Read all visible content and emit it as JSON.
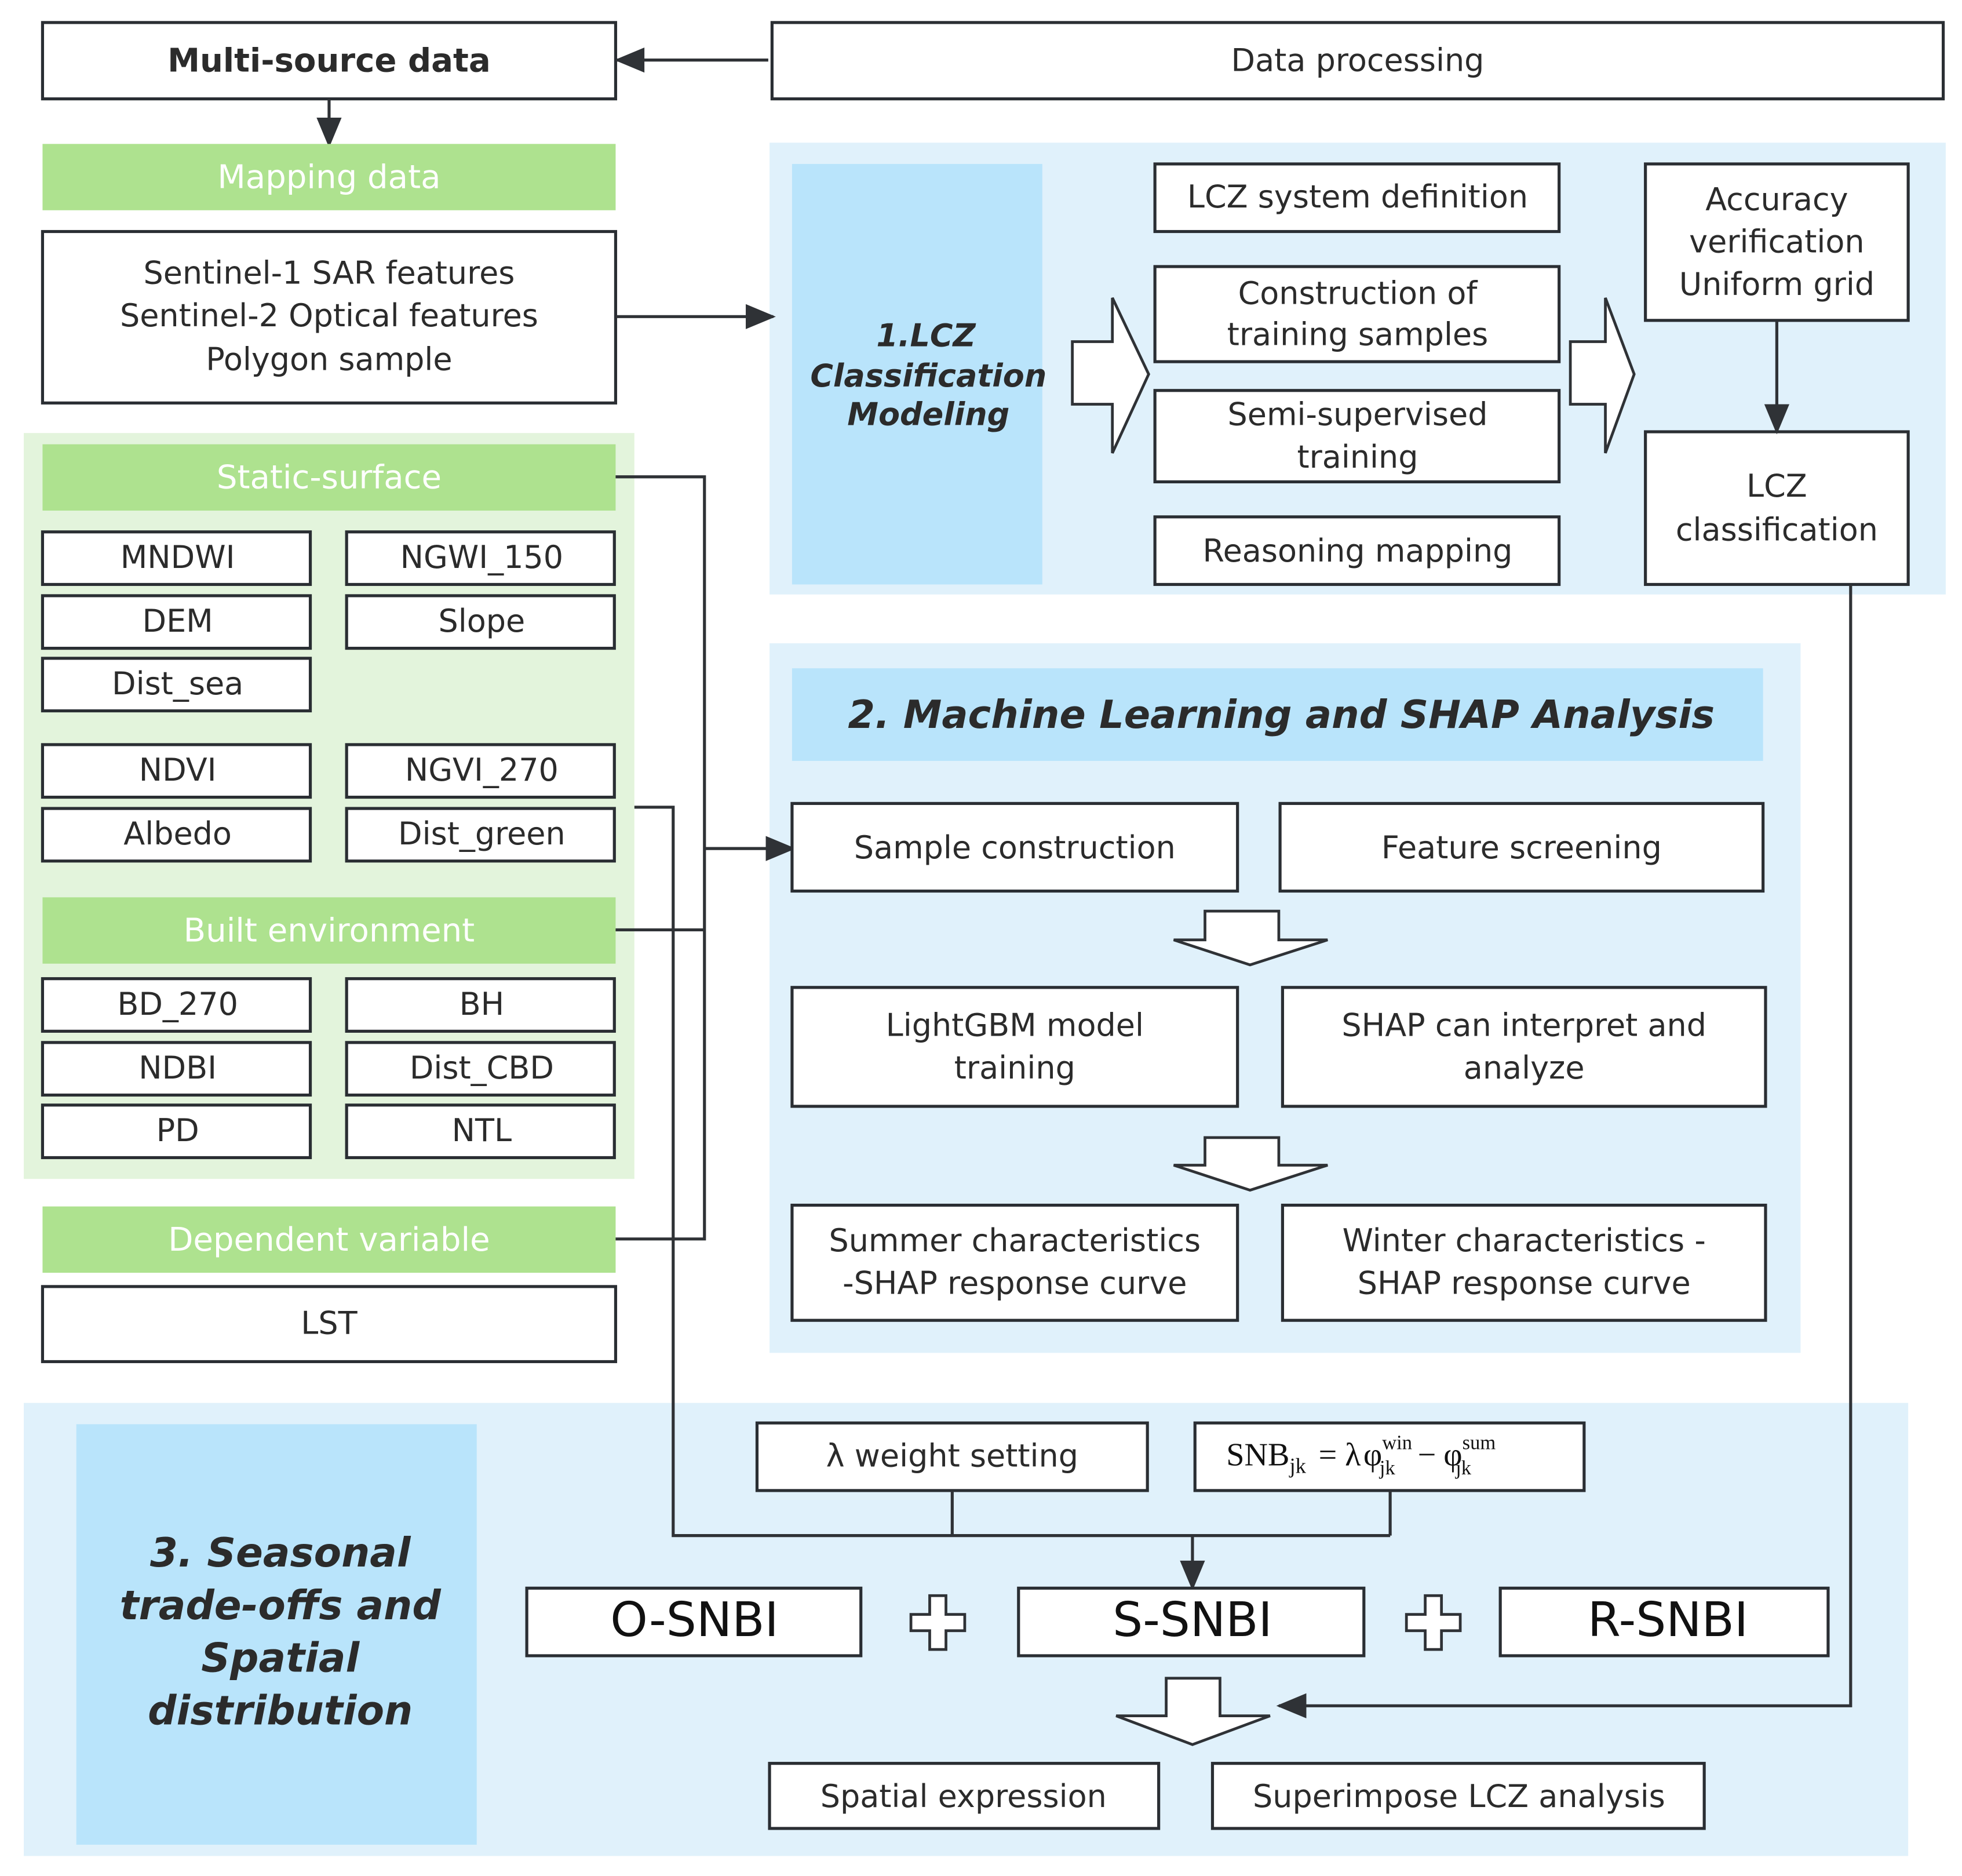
{
  "colors": {
    "green_header": "#aee28f",
    "green_panel": "#e3f4dc",
    "blue_panel": "#e0f1fb",
    "blue_title": "#b9e4fb",
    "stroke": "#2a2e33"
  },
  "top": {
    "multi_source": "Multi-source data",
    "data_processing": "Data processing"
  },
  "mapping": {
    "header": "Mapping data",
    "lines": [
      "Sentinel-1 SAR features",
      "Sentinel-2 Optical features",
      "Polygon sample"
    ]
  },
  "static_surface": {
    "header": "Static-surface",
    "items": [
      "MNDWI",
      "NGWI_150",
      "DEM",
      "Slope",
      "Dist_sea",
      "NDVI",
      "NGVI_270",
      "Albedo",
      "Dist_green"
    ]
  },
  "built_environment": {
    "header": "Built environment",
    "items": [
      "BD_270",
      "BH",
      "NDBI",
      "Dist_CBD",
      "PD",
      "NTL"
    ]
  },
  "dependent": {
    "header": "Dependent variable",
    "items": [
      "LST"
    ]
  },
  "section1": {
    "title_lines": [
      "1.LCZ",
      "Classification",
      "Modeling"
    ],
    "lcz_system": "LCZ system definition",
    "construction": [
      "Construction of",
      "training samples"
    ],
    "semi": [
      "Semi-supervised",
      "training"
    ],
    "reasoning": "Reasoning mapping",
    "accuracy": [
      "Accuracy",
      "verification",
      "Uniform grid"
    ],
    "lcz_class": [
      "LCZ",
      "classification"
    ]
  },
  "section2": {
    "title": "2. Machine Learning and SHAP Analysis",
    "sample": "Sample construction",
    "feature": "Feature screening",
    "lightgbm": [
      "LightGBM model",
      "training"
    ],
    "shap": [
      "SHAP can interpret and",
      "analyze"
    ],
    "summer": [
      "Summer characteristics",
      "-SHAP response curve"
    ],
    "winter": [
      "Winter characteristics -",
      "SHAP response curve"
    ]
  },
  "section3": {
    "title_lines": [
      "3. Seasonal",
      "trade-offs and",
      "Spatial",
      "distribution"
    ],
    "lambda": "λ weight setting",
    "formula": {
      "lhs": "SNB",
      "lhs_sub": "jk",
      "eq": "= λ",
      "phi": "φ",
      "sup1": "win",
      "sub1": "jk",
      "minus": "−",
      "sup2": "sum",
      "sub2": "jk"
    },
    "o_snbi": "O-SNBI",
    "s_snbi": "S-SNBI",
    "r_snbi": "R-SNBI",
    "spatial": "Spatial expression",
    "superimpose": "Superimpose LCZ analysis"
  }
}
